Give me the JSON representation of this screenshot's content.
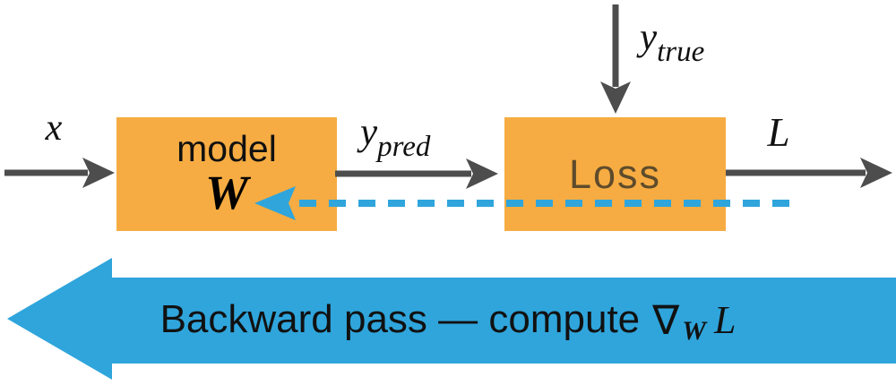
{
  "colors": {
    "box_fill": "#F6AC42",
    "blue": "#2FA5DC",
    "arrow_gray": "#4D4D4D",
    "loss_text": "#5E4B2B",
    "text": "#111111",
    "background": "#FFFFFF"
  },
  "model_box": {
    "title": "model",
    "param": "W"
  },
  "loss_box": {
    "title": "Loss"
  },
  "labels": {
    "input": "x",
    "y_pred_base": "y",
    "y_pred_sub": "pred",
    "y_true_base": "y",
    "y_true_sub": "true",
    "loss_output": "L"
  },
  "backward_arrow": {
    "text": "Backward pass — compute",
    "nabla": "∇",
    "nabla_sub": "W",
    "nabla_arg": "L"
  }
}
